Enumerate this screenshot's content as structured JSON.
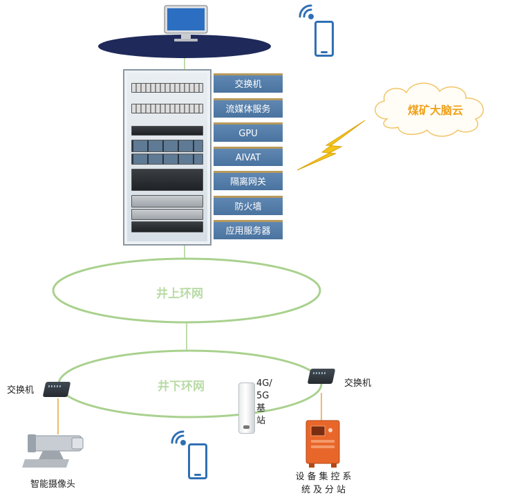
{
  "rack": {
    "labels": [
      "交换机",
      "流媒体服务",
      "GPU",
      "AIVAT",
      "隔离网关",
      "防火墙",
      "应用服务器"
    ]
  },
  "cloud": {
    "label": "煤矿大脑云"
  },
  "rings": {
    "upper": "井上环网",
    "lower": "井下环网"
  },
  "devices": {
    "switch_left": "交换机",
    "switch_right": "交换机",
    "camera": "智能摄像头",
    "base_station_lines": [
      "4G/",
      "5G",
      "基",
      "站"
    ],
    "control_station_lines": [
      "设备集控系",
      "统及分站"
    ]
  },
  "colors": {
    "ring": "#a9d18e",
    "rack_label": "#5581ad",
    "cloud_text": "#f0a21c",
    "lightning": "#f3c419",
    "wifi": "#2f6fb4",
    "connector": "#e8a23a"
  }
}
